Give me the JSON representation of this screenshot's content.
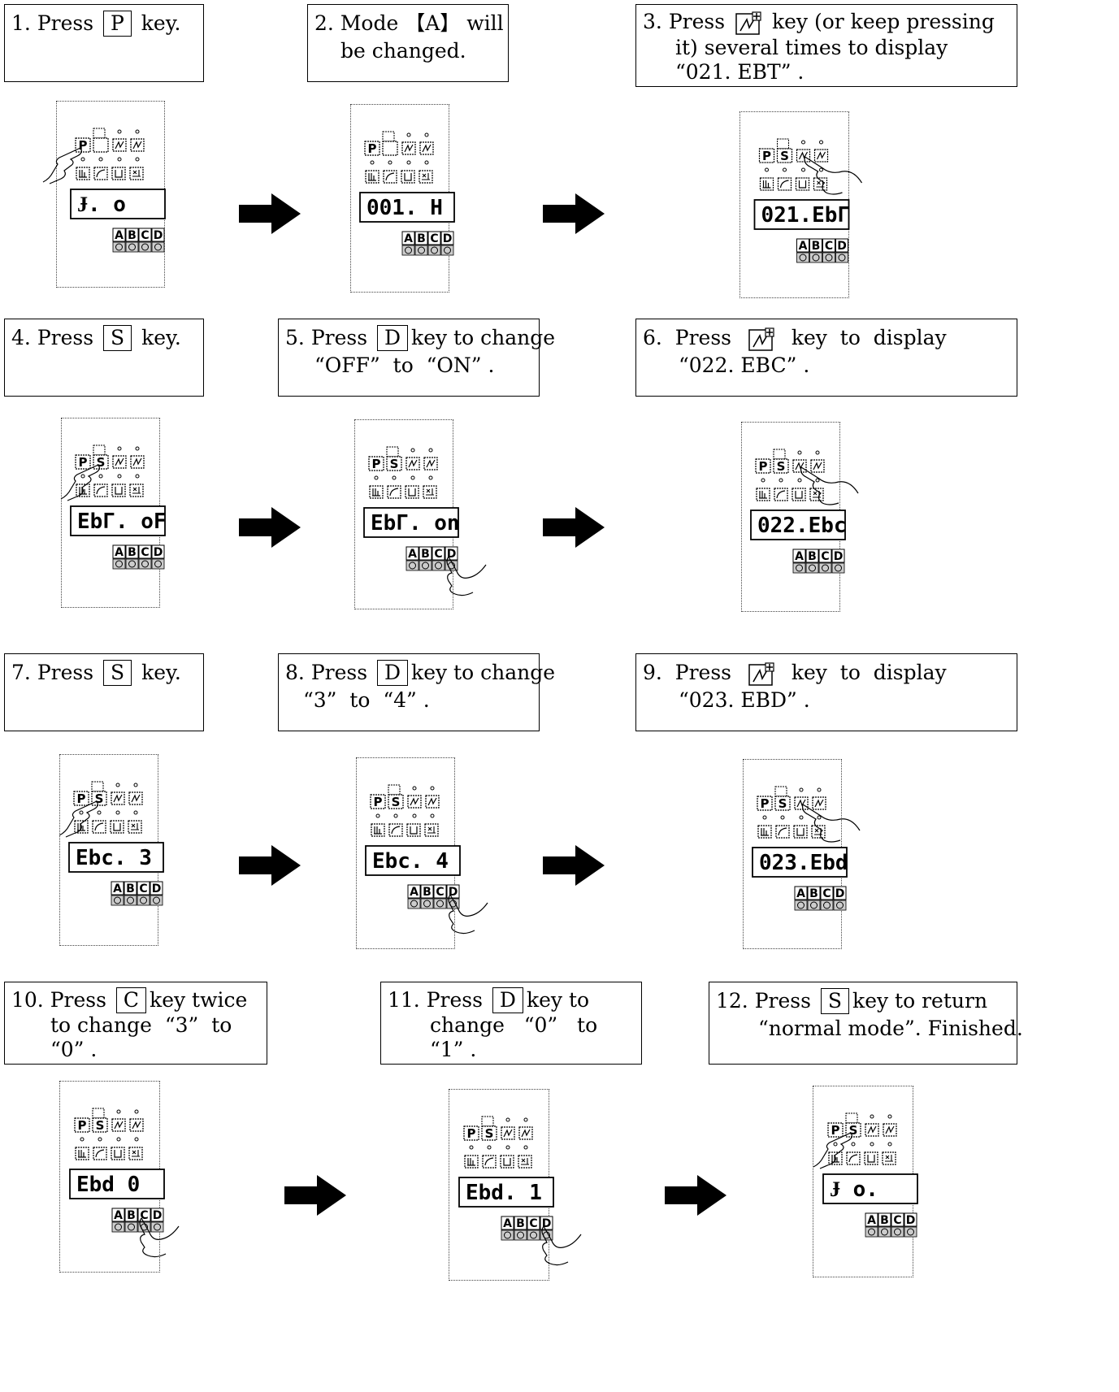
{
  "steps": [
    {
      "num": "1.",
      "pre": "Press",
      "key": "P",
      "post": "key.",
      "line2": "",
      "line3": ""
    },
    {
      "num": "2.",
      "pre": "Mode",
      "key": "【A】",
      "post": "will",
      "line2": "be changed.",
      "line3": ""
    },
    {
      "num": "3.",
      "pre": "Press",
      "key": "",
      "post": "key (or keep pressing",
      "line2": "it) several times to display",
      "line3": "“021. EBT” ."
    },
    {
      "num": "4.",
      "pre": "Press",
      "key": "S",
      "post": "key.",
      "line2": "",
      "line3": ""
    },
    {
      "num": "5.",
      "pre": "Press",
      "key": "D",
      "post": "key to change",
      "line2": "“OFF”  to  “ON” .",
      "line3": ""
    },
    {
      "num": "6.",
      "pre": "Press",
      "key": "",
      "post": "key  to  display",
      "line2": "“022. EBC” .",
      "line3": ""
    },
    {
      "num": "7.",
      "pre": "Press",
      "key": "S",
      "post": "key.",
      "line2": "",
      "line3": ""
    },
    {
      "num": "8.",
      "pre": "Press",
      "key": "D",
      "post": "key to change",
      "line2": "“3”  to  “4” .",
      "line3": ""
    },
    {
      "num": "9.",
      "pre": "Press",
      "key": "",
      "post": "key  to  display",
      "line2": "“023. EBD” .",
      "line3": ""
    },
    {
      "num": "10.",
      "pre": "Press",
      "key": "C",
      "post": "key twice",
      "line2": "to change  “3”  to",
      "line3": "“0” ."
    },
    {
      "num": "11.",
      "pre": "Press",
      "key": "D",
      "post": "key to",
      "line2": "change   “0”   to",
      "line3": "“1” ."
    },
    {
      "num": "12.",
      "pre": "Press",
      "key": "S",
      "post": "key to return",
      "line2": "“normal mode”. Finished.",
      "line3": ""
    }
  ],
  "panels": [
    {
      "display": "Ɉ. o",
      "has_s_key": false,
      "hand": "P"
    },
    {
      "display": "001. H",
      "has_s_key": false,
      "hand": ""
    },
    {
      "display": "021.EbΓ",
      "has_s_key": true,
      "hand": "up"
    },
    {
      "display": "EbΓ. oF",
      "has_s_key": true,
      "hand": "S"
    },
    {
      "display": "EbΓ. on",
      "has_s_key": true,
      "hand": "D"
    },
    {
      "display": "022.Ebc",
      "has_s_key": true,
      "hand": "up"
    },
    {
      "display": "Ebc.   3",
      "has_s_key": true,
      "hand": "S"
    },
    {
      "display": "Ebc.   4",
      "has_s_key": true,
      "hand": "D"
    },
    {
      "display": "023.Ebd",
      "has_s_key": true,
      "hand": "up"
    },
    {
      "display": "Ebd    0",
      "has_s_key": true,
      "hand": "C"
    },
    {
      "display": "Ebd.   1",
      "has_s_key": true,
      "hand": "D"
    },
    {
      "display": "Ɉ o.",
      "has_s_key": true,
      "hand": "S"
    }
  ],
  "keys": {
    "p": "P",
    "s": "S",
    "a": "A",
    "b": "B",
    "c": "C",
    "d": "D"
  },
  "colors": {
    "ink": "#000000",
    "lcd_bg": "#ffffff",
    "panel_border": "#444444"
  }
}
